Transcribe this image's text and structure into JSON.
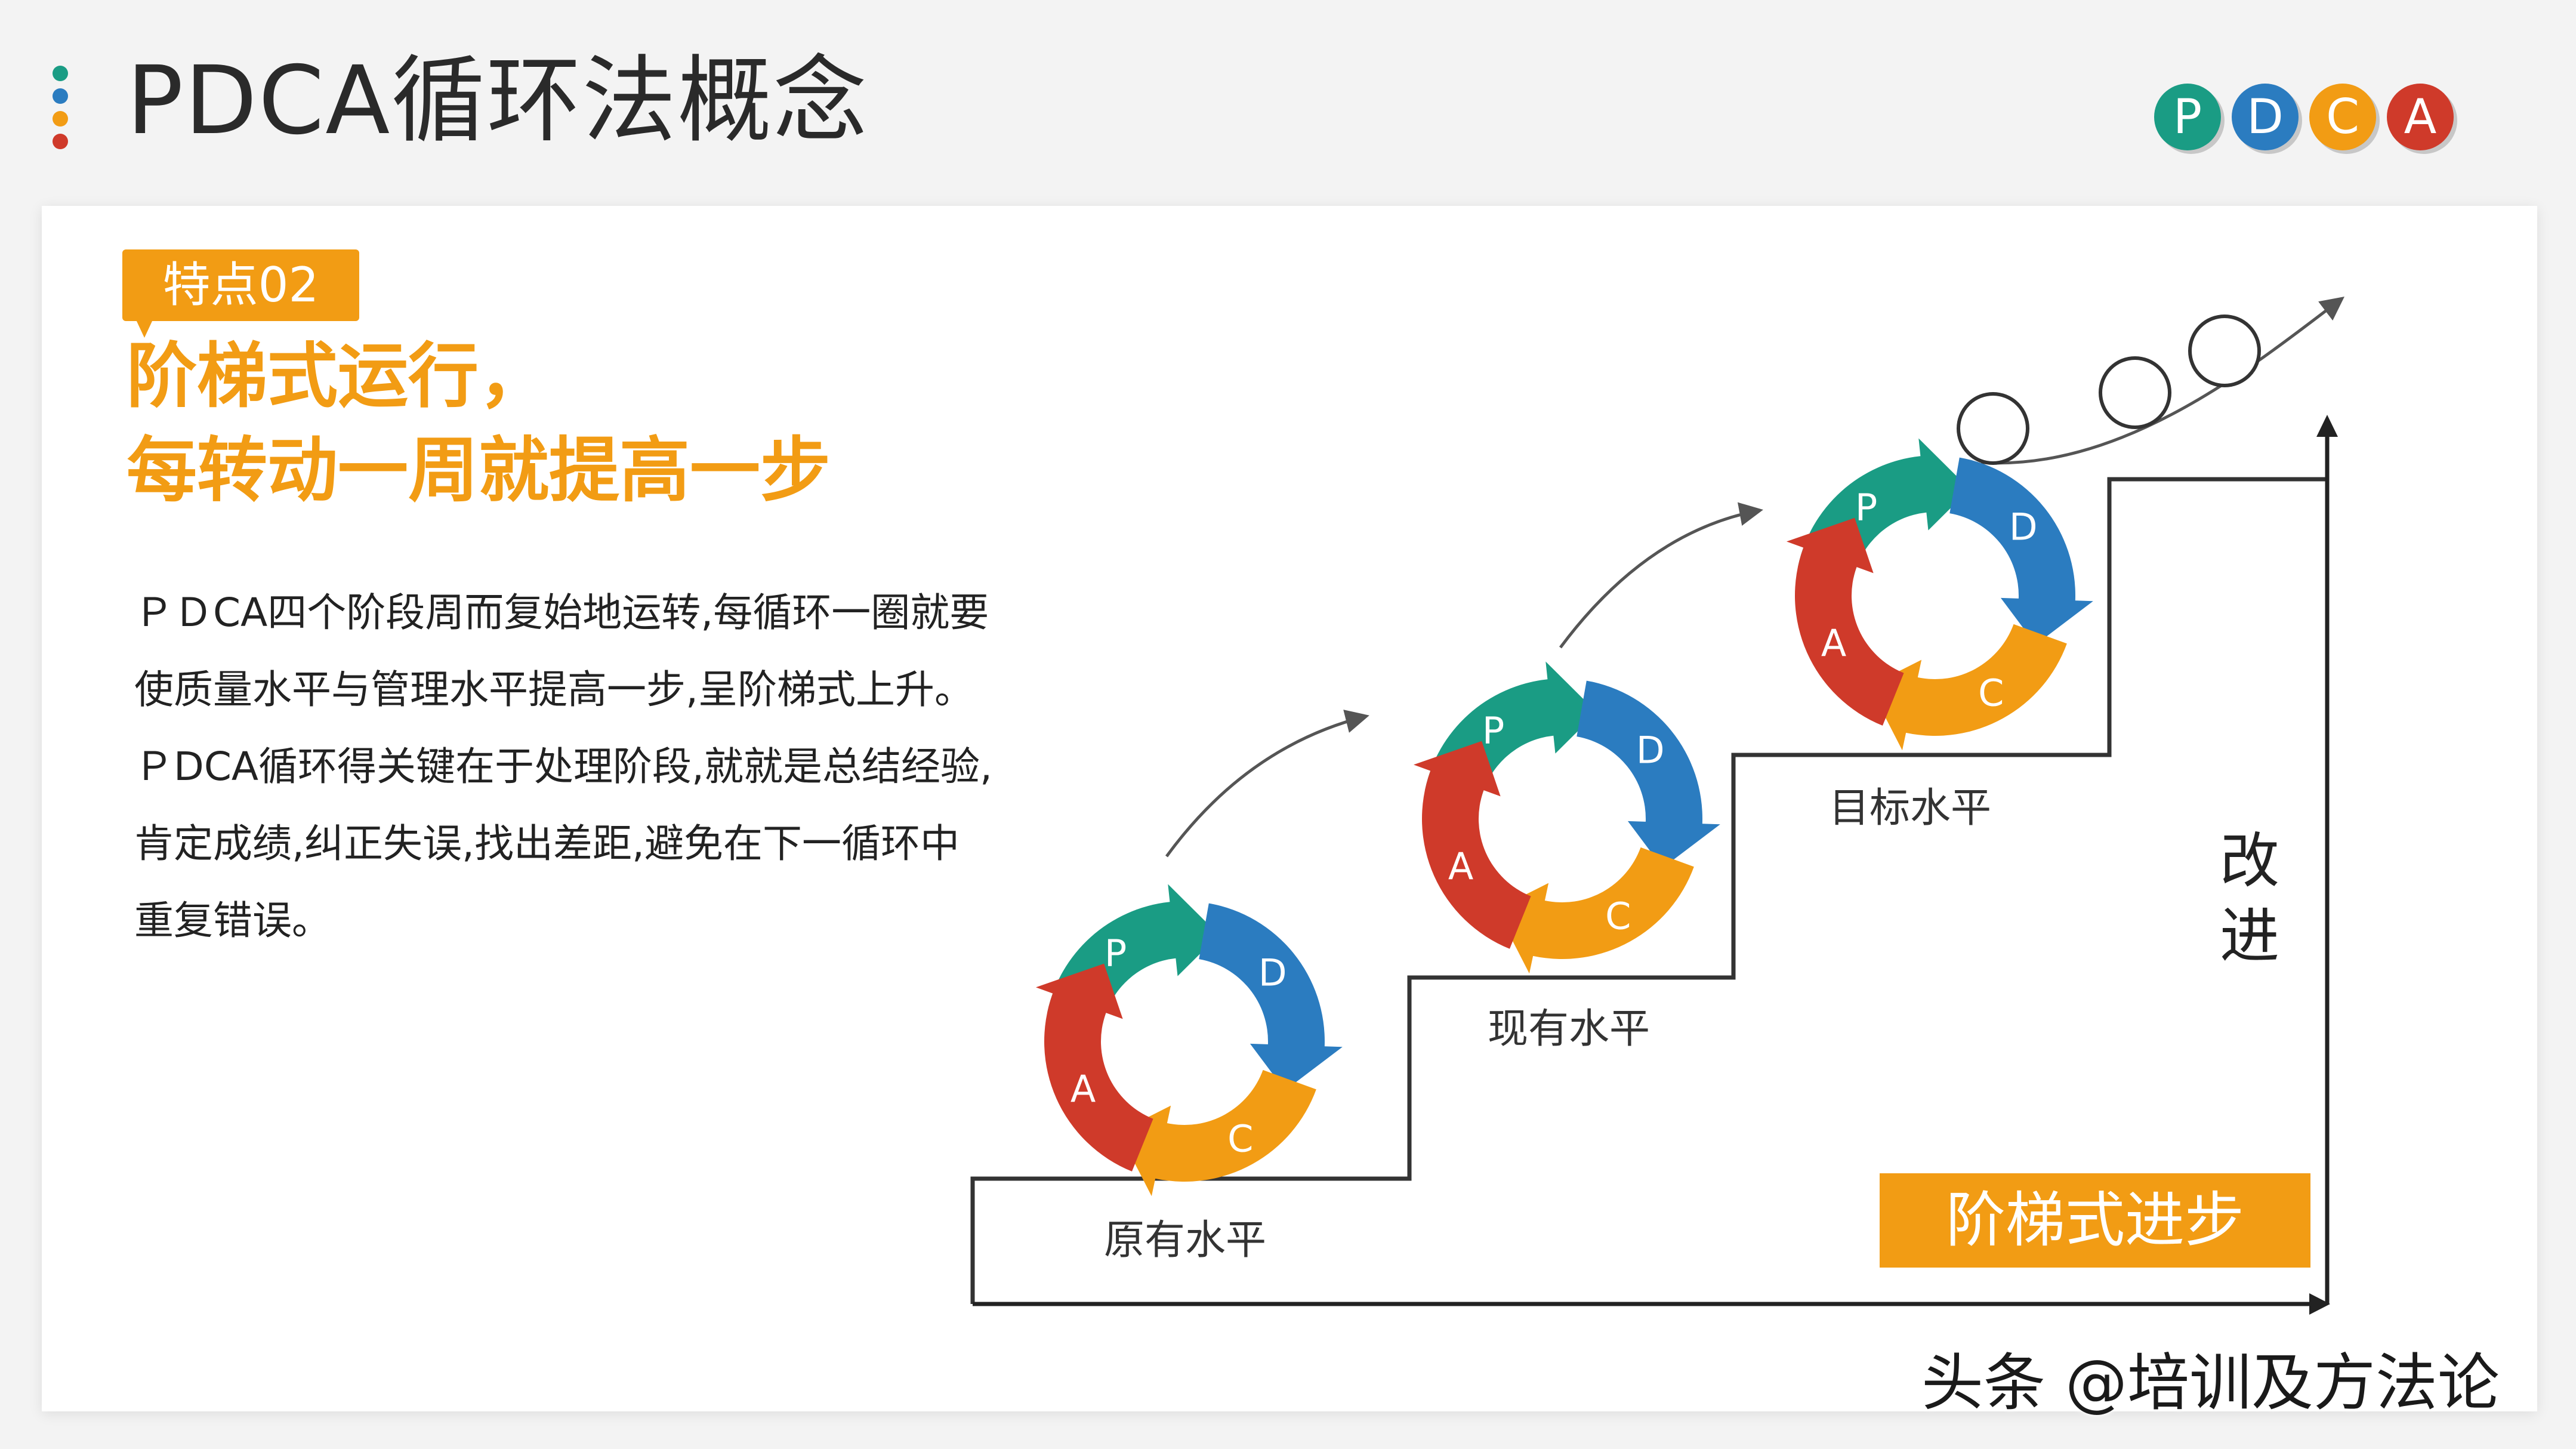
{
  "page": {
    "title": "PDCA循环法概念",
    "title_dots": [
      "#1a9c84",
      "#2b7cc0",
      "#f29c14",
      "#cf3a2a"
    ]
  },
  "pdca_badges": [
    {
      "letter": "P",
      "color": "#1a9c84"
    },
    {
      "letter": "D",
      "color": "#2b7cc0"
    },
    {
      "letter": "C",
      "color": "#f29c14"
    },
    {
      "letter": "A",
      "color": "#cf3a2a"
    }
  ],
  "feature": {
    "tag": "特点02",
    "heading_line1": "阶梯式运行，",
    "heading_line2": "每转动一周就提高一步",
    "paragraph_lines": [
      "ＰＤCA四个阶段周而复始地运转,每循环一圈就要",
      "使质量水平与管理水平提高一步,呈阶梯式上升。",
      "ＰDCA循环得关键在于处理阶段,就就是总结经验,",
      "肯定成绩,纠正失误,找出差距,避免在下一循环中",
      "重复错误。"
    ]
  },
  "diagram": {
    "cycle_colors": {
      "P": "#1a9c84",
      "D": "#2b7cc0",
      "C": "#f29c14",
      "A": "#cf3a2a"
    },
    "cycle_letters": [
      "P",
      "D",
      "C",
      "A"
    ],
    "levels": [
      "原有水平",
      "现有水平",
      "目标水平"
    ],
    "improve_char1": "改",
    "improve_char2": "进",
    "step_label": "阶梯式进步"
  },
  "watermark": "头条 @培训及方法论"
}
